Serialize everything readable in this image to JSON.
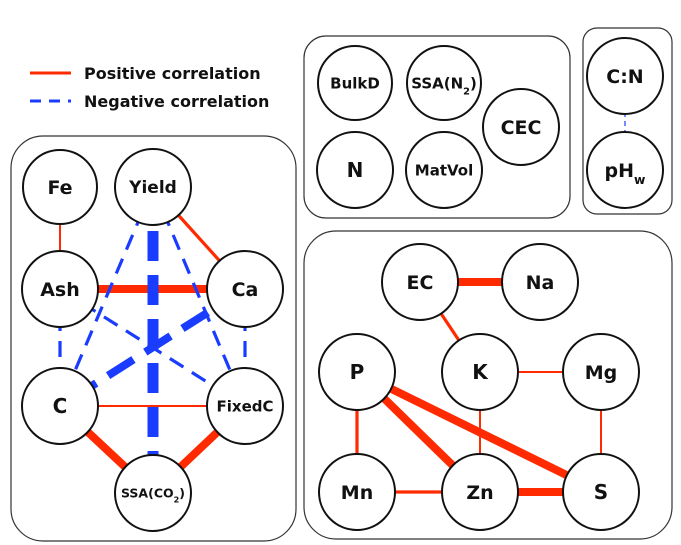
{
  "legend": {
    "positive_label": "Positive correlation",
    "negative_label": "Negative correlation",
    "positive_color": "#ff2a00",
    "negative_color": "#1a3cff"
  },
  "panels": [
    {
      "id": "panel-left",
      "nodes": [
        {
          "id": "Fe",
          "label": "Fe"
        },
        {
          "id": "Yield",
          "label": "Yield"
        },
        {
          "id": "Ash",
          "label": "Ash"
        },
        {
          "id": "Ca",
          "label": "Ca"
        },
        {
          "id": "C",
          "label": "C"
        },
        {
          "id": "FixedC",
          "label": "FixedC"
        },
        {
          "id": "SSACO2",
          "label": "SSA(CO",
          "sub": "2",
          "tail": ")"
        }
      ],
      "edges": [
        {
          "from": "Fe",
          "to": "Ash",
          "sign": "positive",
          "strength": 1
        },
        {
          "from": "Yield",
          "to": "Ca",
          "sign": "positive",
          "strength": 2
        },
        {
          "from": "Ash",
          "to": "Ca",
          "sign": "positive",
          "strength": 4
        },
        {
          "from": "C",
          "to": "FixedC",
          "sign": "positive",
          "strength": 1
        },
        {
          "from": "C",
          "to": "SSACO2",
          "sign": "positive",
          "strength": 4
        },
        {
          "from": "FixedC",
          "to": "SSACO2",
          "sign": "positive",
          "strength": 4
        },
        {
          "from": "Yield",
          "to": "SSACO2",
          "sign": "negative",
          "strength": 5
        },
        {
          "from": "Yield",
          "to": "C",
          "sign": "negative",
          "strength": 2
        },
        {
          "from": "Yield",
          "to": "FixedC",
          "sign": "negative",
          "strength": 2
        },
        {
          "from": "Ash",
          "to": "C",
          "sign": "negative",
          "strength": 2
        },
        {
          "from": "Ash",
          "to": "FixedC",
          "sign": "negative",
          "strength": 2
        },
        {
          "from": "Ca",
          "to": "C",
          "sign": "negative",
          "strength": 4
        },
        {
          "from": "Ca",
          "to": "FixedC",
          "sign": "negative",
          "strength": 2
        }
      ]
    },
    {
      "id": "panel-top-middle",
      "nodes": [
        {
          "id": "BulkD",
          "label": "BulkD"
        },
        {
          "id": "SSAN2",
          "label": "SSA(N",
          "sub": "2",
          "tail": ")"
        },
        {
          "id": "CEC",
          "label": "CEC"
        },
        {
          "id": "N",
          "label": "N"
        },
        {
          "id": "MatVol",
          "label": "MatVol"
        }
      ],
      "edges": []
    },
    {
      "id": "panel-top-right",
      "nodes": [
        {
          "id": "CN",
          "label": "C:N"
        },
        {
          "id": "pHw",
          "label": "pH",
          "sub": "w"
        }
      ],
      "edges": [
        {
          "from": "CN",
          "to": "pHw",
          "sign": "negative",
          "strength": 0.5
        }
      ]
    },
    {
      "id": "panel-bottom-right",
      "nodes": [
        {
          "id": "EC",
          "label": "EC"
        },
        {
          "id": "Na",
          "label": "Na"
        },
        {
          "id": "P",
          "label": "P"
        },
        {
          "id": "K",
          "label": "K"
        },
        {
          "id": "Mg",
          "label": "Mg"
        },
        {
          "id": "Mn",
          "label": "Mn"
        },
        {
          "id": "Zn",
          "label": "Zn"
        },
        {
          "id": "S",
          "label": "S"
        }
      ],
      "edges": [
        {
          "from": "EC",
          "to": "Na",
          "sign": "positive",
          "strength": 4
        },
        {
          "from": "EC",
          "to": "K",
          "sign": "positive",
          "strength": 2
        },
        {
          "from": "K",
          "to": "Mg",
          "sign": "positive",
          "strength": 1
        },
        {
          "from": "K",
          "to": "Zn",
          "sign": "positive",
          "strength": 1
        },
        {
          "from": "Mg",
          "to": "S",
          "sign": "positive",
          "strength": 1
        },
        {
          "from": "P",
          "to": "Mn",
          "sign": "positive",
          "strength": 2
        },
        {
          "from": "P",
          "to": "Zn",
          "sign": "positive",
          "strength": 4
        },
        {
          "from": "P",
          "to": "S",
          "sign": "positive",
          "strength": 4
        },
        {
          "from": "Mn",
          "to": "Zn",
          "sign": "positive",
          "strength": 2
        },
        {
          "from": "Zn",
          "to": "S",
          "sign": "positive",
          "strength": 4
        }
      ]
    }
  ]
}
